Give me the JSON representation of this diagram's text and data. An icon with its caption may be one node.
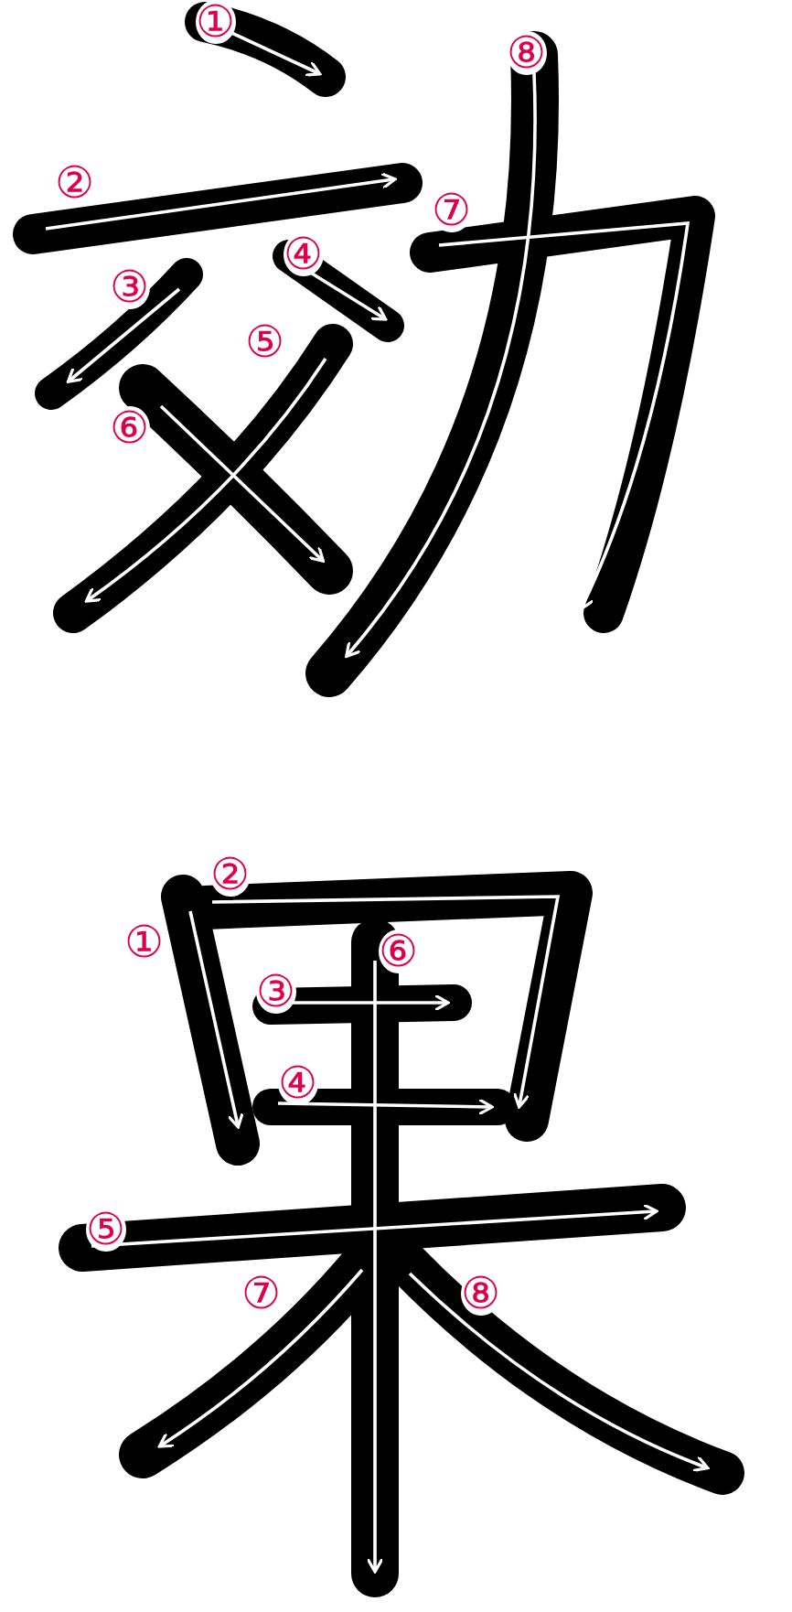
{
  "diagram": {
    "labels": [
      "①",
      "②",
      "③",
      "④",
      "⑤",
      "⑥",
      "⑦",
      "⑧",
      "①",
      "②",
      "③",
      "④",
      "⑤",
      "⑥",
      "⑦",
      "⑧"
    ]
  }
}
